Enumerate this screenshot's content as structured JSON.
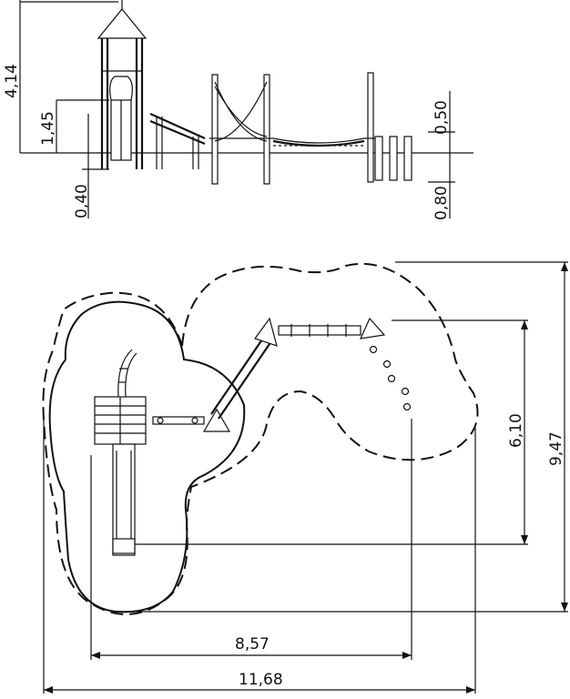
{
  "elevation_dims": {
    "total_height": "4,14",
    "platform_height": "1,45",
    "foundation_depth_left": "0,40",
    "rope_height": "0,50",
    "foundation_depth_right": "0,80"
  },
  "plan_dims": {
    "width_inner": "8,57",
    "width_outer": "11,68",
    "depth_inner": "6,10",
    "depth_outer": "9,47"
  }
}
